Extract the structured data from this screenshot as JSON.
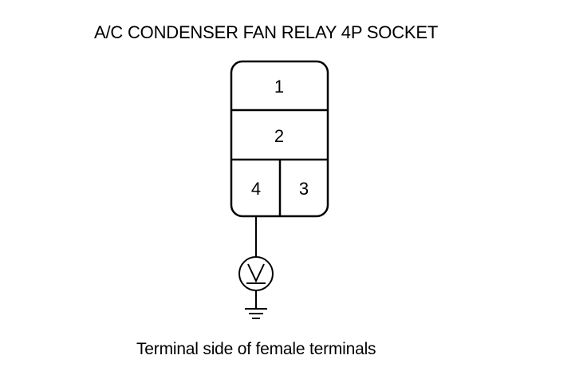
{
  "title": "A/C CONDENSER FAN RELAY 4P SOCKET",
  "connector": {
    "terminals": [
      "1",
      "2",
      "4",
      "3"
    ]
  },
  "meter": {
    "symbol": "V",
    "icon": "voltmeter-icon"
  },
  "ground": {
    "icon": "ground-icon"
  },
  "caption": "Terminal side of female terminals"
}
